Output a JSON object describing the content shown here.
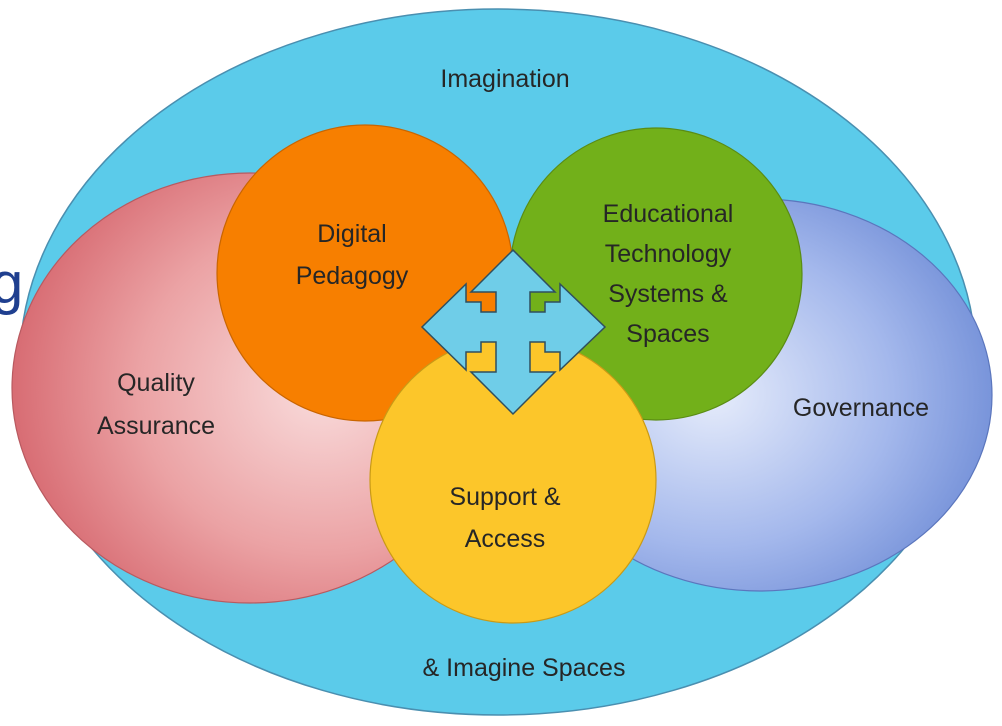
{
  "diagram": {
    "outer_top_label": "Imagination",
    "outer_bottom_label": "& Imagine Spaces",
    "left_ellipse_label": [
      "Quality",
      "Assurance"
    ],
    "right_ellipse_label": "Governance",
    "circle_top_left_label": [
      "Digital",
      "Pedagogy"
    ],
    "circle_top_right_label": [
      "Educational",
      "Technology",
      "Systems &",
      "Spaces"
    ],
    "circle_bottom_label": [
      "Support &",
      "Access"
    ],
    "edge_fragment": "g",
    "colors": {
      "outer_ellipse": "#5bcbea",
      "left_ellipse": "#e07a80",
      "right_ellipse": "#7898dc",
      "circle_top_left": "#f77f00",
      "circle_top_right": "#72b01a",
      "circle_bottom": "#fcc62a",
      "center_arrows": "#6fcde8"
    }
  }
}
